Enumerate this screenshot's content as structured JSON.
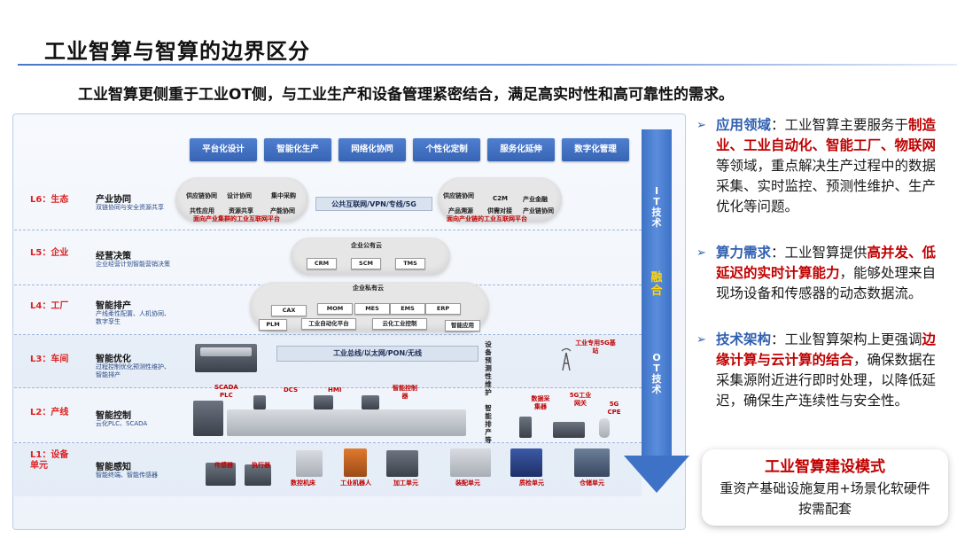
{
  "header": {
    "title": "工业智算与智算的边界区分",
    "subtitle": "工业智算更侧重于工业OT侧，与工业生产和设备管理紧密结合，满足高实时性和高可靠性的需求。"
  },
  "diagram": {
    "top_buttons": [
      "平台化设计",
      "智能化生产",
      "网络化协同",
      "个性化定制",
      "服务化延伸",
      "数字化管理"
    ],
    "layers": [
      {
        "name": "L6：生态",
        "title": "产业协同",
        "desc": "双链协同与安全资源共享"
      },
      {
        "name": "L5：企业",
        "title": "经营决策",
        "desc": "企业经营计划智能营销决策"
      },
      {
        "name": "L4：工厂",
        "title": "智能排产",
        "desc": "产线柔性配置、人机协同、数字孪生"
      },
      {
        "name": "L3：车间",
        "title": "智能优化",
        "desc": "过程控制优化预测性维护、智能排产"
      },
      {
        "name": "L2：产线",
        "title": "智能控制",
        "desc": "云化PLC、SCADA"
      },
      {
        "name": "L1：设备单元",
        "title": "智能感知",
        "desc": "智能终端、智能传感器"
      }
    ],
    "l6": {
      "left_cloud_items": [
        "供应链协同",
        "设计协同",
        "集中采购",
        "共性应用",
        "资源共享",
        "产能协同"
      ],
      "left_cloud_caption": "面向产业集群的工业互联网平台",
      "network": "公共互联网/VPN/专线/5G",
      "right_cloud_items": [
        "供应链协同",
        "C2M",
        "产业金融",
        "产品溯源",
        "供需对接",
        "产业链协同"
      ],
      "right_cloud_caption": "面向产业链的工业互联网平台"
    },
    "l5": {
      "cloud_title": "企业公有云",
      "items": [
        "CRM",
        "SCM",
        "TMS"
      ]
    },
    "l4": {
      "cloud_title": "企业私有云",
      "row1": [
        "CAX",
        "MOM",
        "MES",
        "EMS",
        "ERP"
      ],
      "row2": [
        "PLM",
        "工业自动化平台",
        "云化工业控制",
        "智能应用"
      ]
    },
    "l3": {
      "network": "工业总线/以太网/PON/无线",
      "base_station": "工业专用5G基站",
      "side_text": "设备预测性维护"
    },
    "l2": {
      "devices": [
        "SCADA",
        "PLC",
        "DCS",
        "HMI",
        "智能控制器",
        "数据采集器",
        "5G工业网关",
        "5G CPE"
      ],
      "side_text": "智能排产等"
    },
    "l1": {
      "devices": [
        "传感器",
        "执行器",
        "数控机床",
        "工业机器人",
        "加工单元",
        "装配单元",
        "质检单元",
        "仓储单元"
      ]
    },
    "arrow": {
      "top": "IT技术",
      "middle": "融合",
      "bottom": "OT技术"
    }
  },
  "panel": {
    "bullets": [
      {
        "head": "应用领域",
        "parts": [
          {
            "t": "：工业智算主要服务于",
            "red": false
          },
          {
            "t": "制造业、工业自动化、智能工厂、物联网",
            "red": true
          },
          {
            "t": "等领域，重点解决生产过程中的数据采集、实时监控、预测性维护、生产优化等问题。",
            "red": false
          }
        ]
      },
      {
        "head": "算力需求",
        "parts": [
          {
            "t": "：工业智算提供",
            "red": false
          },
          {
            "t": "高并发、低延迟的实时计算能力",
            "red": true
          },
          {
            "t": "，能够处理来自现场设备和传感器的动态数据流。",
            "red": false
          }
        ]
      },
      {
        "head": "技术架构",
        "parts": [
          {
            "t": "：工业智算架构上更强调",
            "red": false
          },
          {
            "t": "边缘计算与云计算的结合",
            "red": true
          },
          {
            "t": "，确保数据在采集源附近进行即时处理，以降低延迟，确保生产连续性与安全性。",
            "red": false
          }
        ]
      }
    ],
    "mode_title": "工业智算建设模式",
    "mode_desc": "重资产基础设施复用+场景化软硬件按需配套"
  }
}
